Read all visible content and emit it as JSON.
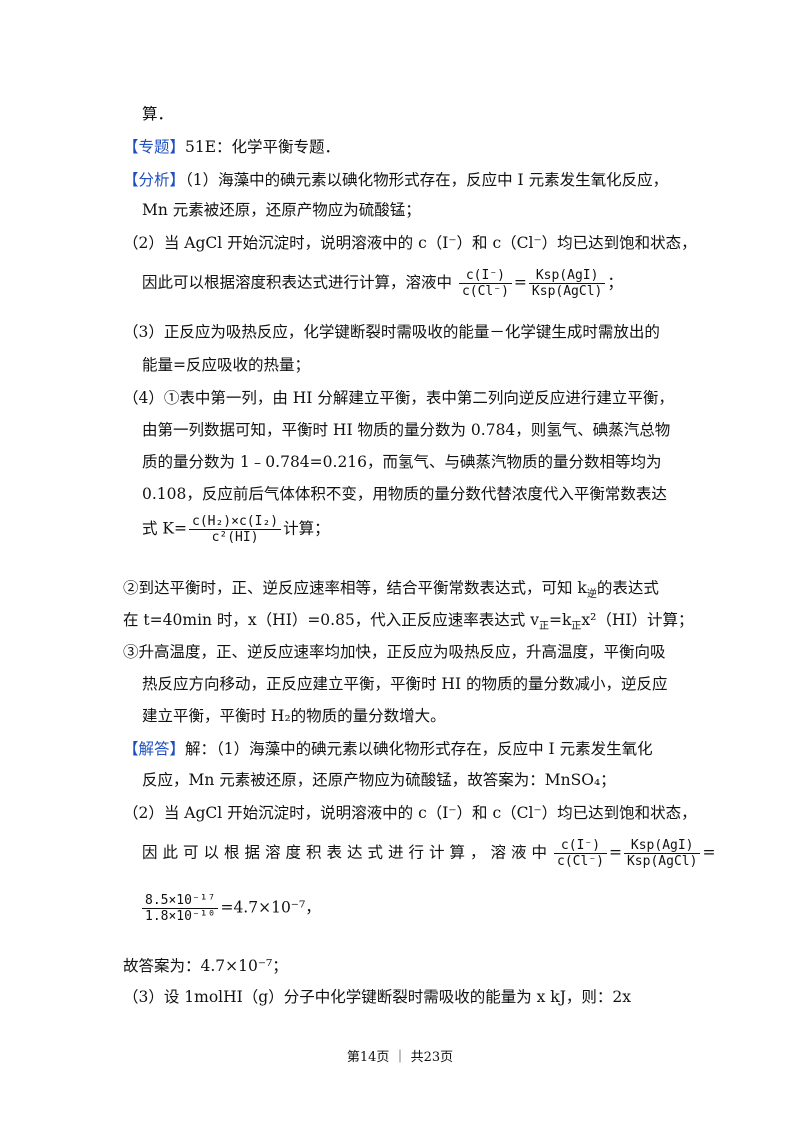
{
  "p1": "算．",
  "topic_tag": "【专题】",
  "topic_text": "51E：化学平衡专题．",
  "analysis_tag": "【分析】",
  "a1_1": "（1）海藻中的碘元素以碘化物形式存在，反应中 I 元素发生氧化反应，",
  "a1_2": "Mn 元素被还原，还原产物应为硫酸锰；",
  "a2_1": "（2）当 AgCl 开始沉淀时，说明溶液中的 c（I⁻）和 c（Cl⁻）均已达到饱和状态，",
  "a2_2": "因此可以根据溶度积表达式进行计算，溶液中",
  "frac_ci": "c(I⁻)",
  "frac_ccl": "c(Cl⁻)",
  "frac_kagi": "Ksp(AgI)",
  "frac_kagcl": "Ksp(AgCl)",
  "semicolon": "；",
  "eq": "=",
  "a3_1": "（3）正反应为吸热反应，化学键断裂时需吸收的能量－化学键生成时需放出的",
  "a3_2": "能量=反应吸收的热量；",
  "a4_1": "（4）①表中第一列，由 HI 分解建立平衡，表中第二列向逆反应进行建立平衡，",
  "a4_2": "由第一列数据可知，平衡时 HI 物质的量分数为 0.784，则氢气、碘蒸汽总物",
  "a4_3": "质的量分数为 1﹣0.784=0.216，而氢气、与碘蒸汽物质的量分数相等均为",
  "a4_4": "0.108，反应前后气体体积不变，用物质的量分数代替浓度代入平衡常数表达",
  "a4_5_pre": "式 K=",
  "k_num": "c(H₂)×c(I₂)",
  "k_den": "c²(HI)",
  "a4_5_post": "计算；",
  "b2_1": "②到达平衡时，正、逆反应速率相等，结合平衡常数表达式，可知 k",
  "b2_1_sub": "逆",
  "b2_1_post": "的表达式",
  "b2_2_pre": "在 t=40min 时，x（HI）=0.85，代入正反应速率表达式 v",
  "b2_2_sub1": "正",
  "b2_2_mid": "=k",
  "b2_2_sub2": "正",
  "b2_2_post": "x²（HI）计算；",
  "b3_1": "③升高温度，正、逆反应速率均加快，正反应为吸热反应，升高温度，平衡向吸",
  "b3_2": "热反应方向移动，正反应建立平衡，平衡时 HI 的物质的量分数减小，逆反应",
  "b3_3": "建立平衡，平衡时 H₂的物质的量分数增大。",
  "answer_tag": "【解答】",
  "s1_1": "解：（1）海藻中的碘元素以碘化物形式存在，反应中 I 元素发生氧化",
  "s1_2": "反应，Mn 元素被还原，还原产物应为硫酸锰，故答案为：MnSO₄；",
  "s2_1": "（2）当 AgCl 开始沉淀时，说明溶液中的 c（I⁻）和 c（Cl⁻）均已达到饱和状态，",
  "s2_2": "因此可以根据溶度积表达式进行计算，溶液中",
  "num_val": "8.5×10⁻¹⁷",
  "den_val": "1.8×10⁻¹⁰",
  "result": "=4.7×10⁻⁷，",
  "ans_result": "故答案为：4.7×10⁻⁷；",
  "s3": "（3）设 1molHI（g）分子中化学键断裂时需吸收的能量为 x kJ，则：2x",
  "footer": "第14页 ｜ 共23页"
}
